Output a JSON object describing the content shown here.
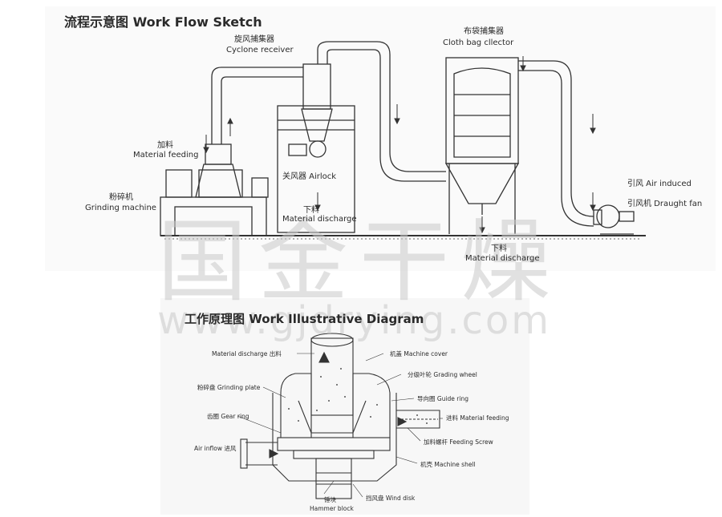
{
  "flow": {
    "title": "流程示意图  Work Flow Sketch",
    "cyclone_cn": "旋风捕集器",
    "cyclone_en": "Cyclone receiver",
    "bag_cn": "布袋捕集器",
    "bag_en": "Cloth bag cllector",
    "feed_cn": "加料",
    "feed_en": "Material feeding",
    "grind_cn": "粉碎机",
    "grind_en": "Grinding machine",
    "airlock": "关风器 Airlock",
    "discharge1_cn": "下料",
    "discharge1_en": "Material discharge",
    "discharge2_cn": "下料",
    "discharge2_en": "Material discharge",
    "air_induced": "引风  Air induced",
    "fan": "引风机  Draught fan"
  },
  "work": {
    "title": "工作原理图  Work Illustrative Diagram",
    "labels": [
      "Material discharge 出料",
      "机盖   Machine cover",
      "分级叶轮     Grading wheel",
      "粉碎盘  Grinding plate",
      "导向圈   Guide ring",
      "齿圈  Gear ring",
      "进料     Material feeding",
      "加料螺杆   Feeding Screw",
      "Air inflow  进风",
      "机壳   Machine shell",
      "锤块",
      "Hammer block",
      "挡风盘  Wind disk"
    ]
  },
  "watermark": {
    "big": "国金干燥",
    "url": "www.gjdrying.com"
  }
}
